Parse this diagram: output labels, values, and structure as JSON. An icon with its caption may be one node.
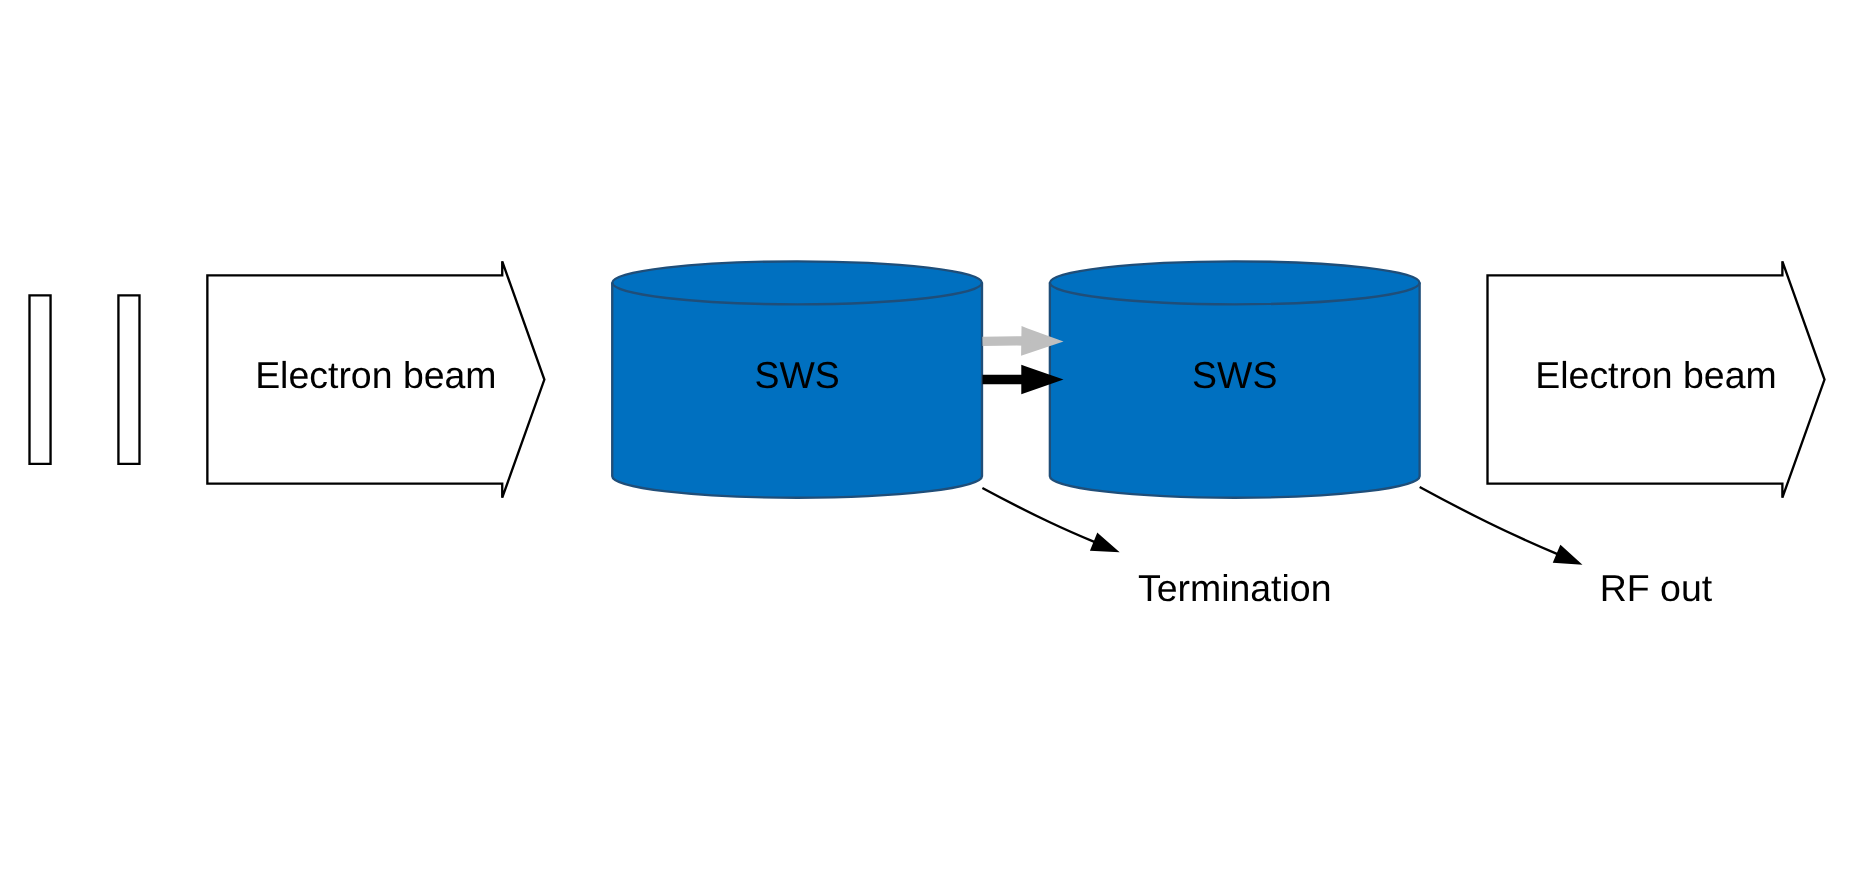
{
  "diagram": {
    "nodes": [
      {
        "text": [],
        "shape": "bar"
      },
      {
        "text": [],
        "shape": "bar"
      },
      {
        "text": [
          "Electron beam"
        ]
      },
      {
        "text": [
          "SWS"
        ]
      },
      {
        "text": [
          "SWS"
        ]
      },
      {
        "text": [
          "Electron beam"
        ]
      },
      {
        "text": [
          "Termination"
        ]
      },
      {
        "text": [
          "RF out"
        ]
      }
    ],
    "edges": [
      {
        "from": 3,
        "to": 4,
        "arrow": "to",
        "style": "thick"
      },
      {
        "from": 3,
        "to": 4,
        "arrow": "to",
        "style": "thick",
        "color": "#bfbfbf"
      },
      {
        "from": 3,
        "to": 6,
        "arrow": "to"
      },
      {
        "from": 4,
        "to": 7,
        "arrow": "to"
      }
    ]
  }
}
